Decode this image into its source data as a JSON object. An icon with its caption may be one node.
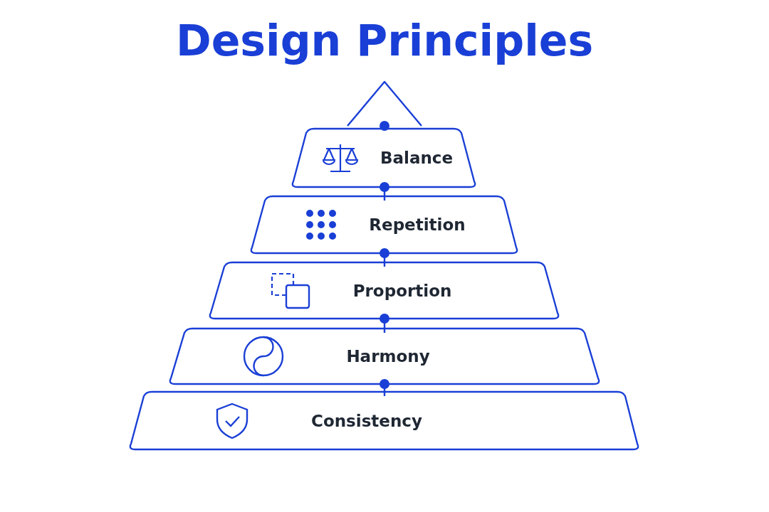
{
  "diagram": {
    "title": "Design Principles",
    "nodes": [
      {
        "text": [],
        "shape": "triangle"
      },
      {
        "text": [
          "Balance"
        ]
      },
      {
        "text": [
          "Repetition"
        ]
      },
      {
        "text": [
          "Proportion"
        ]
      },
      {
        "text": [
          "Harmony"
        ]
      },
      {
        "text": [
          "Consistency"
        ]
      }
    ],
    "edges": [
      {
        "from": 0,
        "to": 1,
        "arrow": "other"
      },
      {
        "from": 1,
        "to": 2,
        "arrow": "other"
      },
      {
        "from": 2,
        "to": 3,
        "arrow": "other"
      },
      {
        "from": 3,
        "to": 4,
        "arrow": "other"
      },
      {
        "from": 4,
        "to": 5,
        "arrow": "other"
      }
    ]
  }
}
